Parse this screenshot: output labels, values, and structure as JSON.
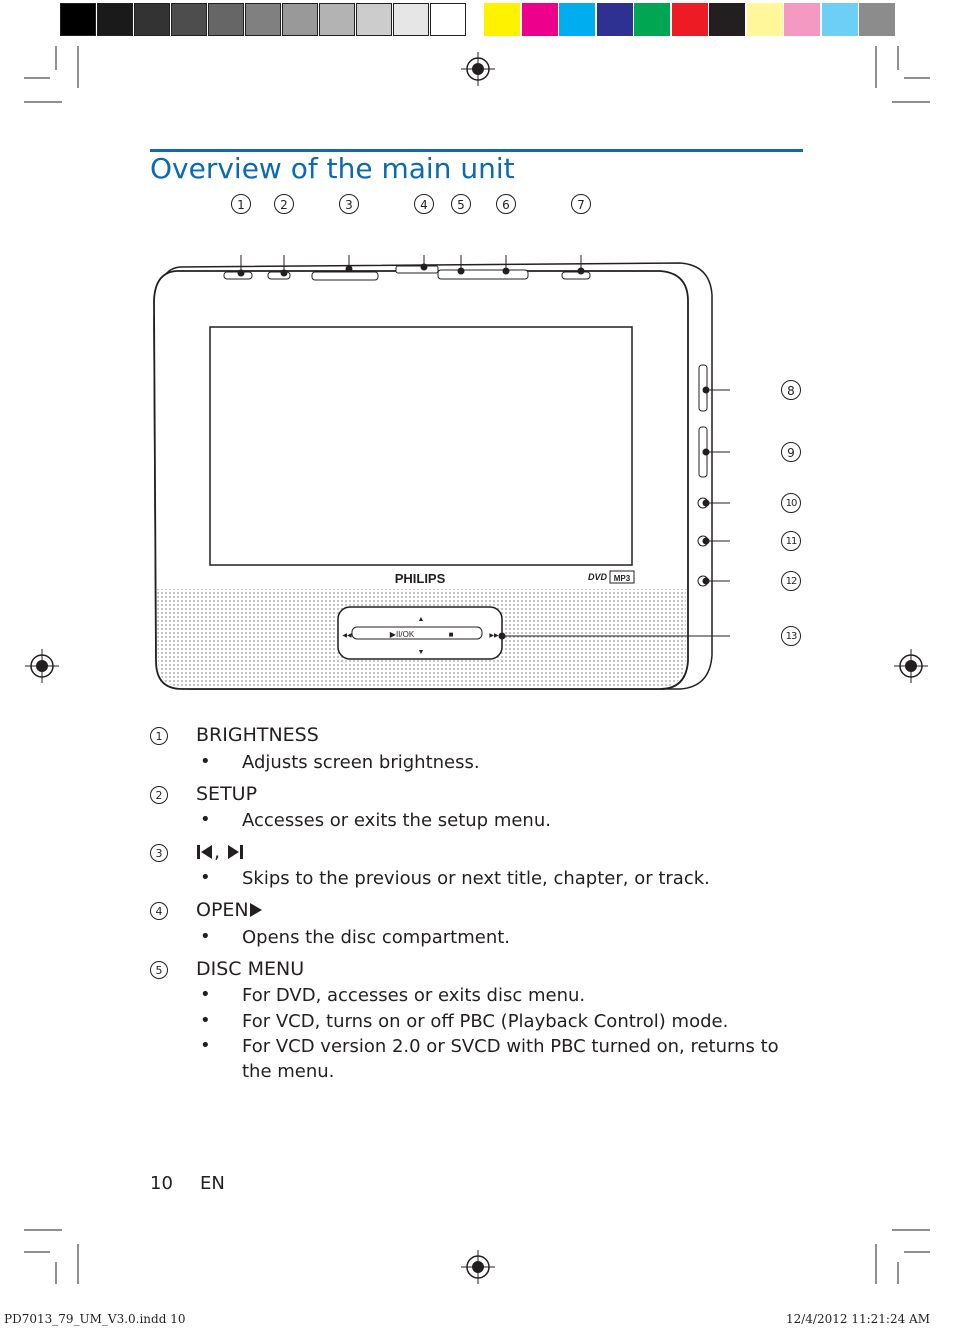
{
  "colors": {
    "accent": "#0b6ab3",
    "gray_swatches": [
      "#000000",
      "#1a1a1a",
      "#333333",
      "#4d4d4d",
      "#666666",
      "#808080",
      "#999999",
      "#b3b3b3",
      "#cccccc",
      "#e6e6e6",
      "#ffffff"
    ],
    "color_swatches": [
      "#fff200",
      "#ec008c",
      "#00aeef",
      "#2e3192",
      "#00a651",
      "#ed1c24",
      "#231f20",
      "#fff799",
      "#f49ac2",
      "#6dcff6",
      "#8c8c8c"
    ]
  },
  "page_title": "Overview of the main unit",
  "callouts_top": [
    "1",
    "2",
    "3",
    "4",
    "5",
    "6",
    "7"
  ],
  "callouts_side": [
    "8",
    "9",
    "10",
    "11",
    "12",
    "13"
  ],
  "device": {
    "brand": "PHILIPS",
    "play_ok": "▶II/OK",
    "stop": "■",
    "dvd_logo": "DVD",
    "mp3_logo": "MP3",
    "prev": "◀◀",
    "next": "▶▶",
    "up": "▲",
    "down": "▼"
  },
  "items": [
    {
      "num": "1",
      "label": "BRIGHTNESS",
      "bullets": [
        "Adjusts screen brightness."
      ]
    },
    {
      "num": "2",
      "label": "SETUP",
      "bullets": [
        "Accesses or exits the setup menu."
      ]
    },
    {
      "num": "3",
      "label": ", ",
      "bullets": [
        "Skips to the previous or next title, chapter, or track."
      ]
    },
    {
      "num": "4",
      "label": "OPEN",
      "bullets": [
        "Opens the disc compartment."
      ]
    },
    {
      "num": "5",
      "label": "DISC MENU",
      "bullets": [
        "For DVD, accesses or exits disc menu.",
        "For VCD, turns on or off PBC (Playback Control) mode.",
        "For VCD version 2.0 or SVCD with PBC turned on, returns to the menu."
      ]
    }
  ],
  "bullet_char": "•",
  "footer": {
    "page_number": "10",
    "lang": "EN"
  },
  "slug": {
    "file": "PD7013_79_UM_V3.0.indd   10",
    "datetime": "12/4/2012   11:21:24 AM"
  }
}
